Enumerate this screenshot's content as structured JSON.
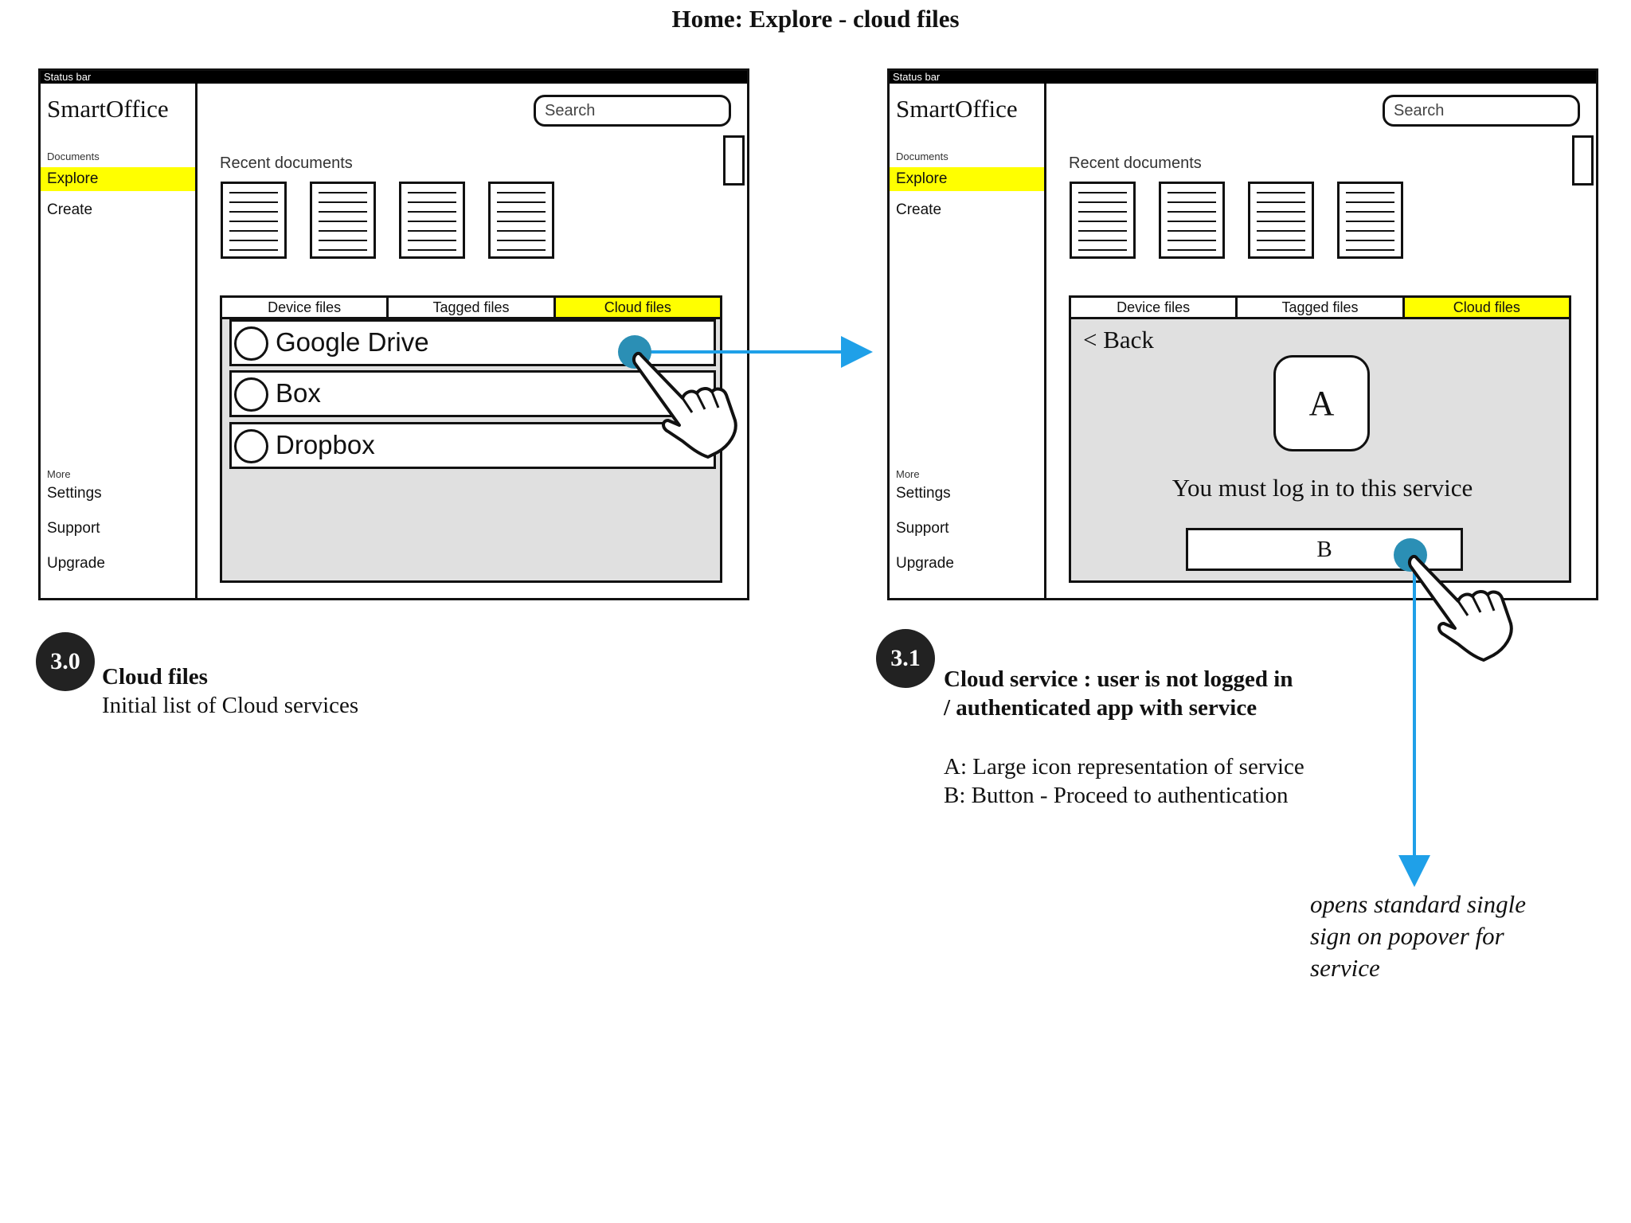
{
  "page_title": "Home: Explore - cloud files",
  "colors": {
    "highlight": "#ffff00",
    "arrow": "#1fa0e8",
    "touch": "#2b8fb5",
    "panel": "#e0e0e0"
  },
  "screens": [
    {
      "status_bar": "Status bar",
      "app_title": "SmartOffice",
      "sidebar": {
        "section_documents": "Documents",
        "items": [
          "Explore",
          "Create"
        ],
        "section_more": "More",
        "more_items": [
          "Settings",
          "Support",
          "Upgrade"
        ]
      },
      "search_placeholder": "Search",
      "recent_label": "Recent documents",
      "tabs": [
        "Device files",
        "Tagged files",
        "Cloud files"
      ],
      "services": [
        "Google Drive",
        "Box",
        "Dropbox"
      ]
    },
    {
      "status_bar": "Status bar",
      "app_title": "SmartOffice",
      "sidebar": {
        "section_documents": "Documents",
        "items": [
          "Explore",
          "Create"
        ],
        "section_more": "More",
        "more_items": [
          "Settings",
          "Support",
          "Upgrade"
        ]
      },
      "search_placeholder": "Search",
      "recent_label": "Recent documents",
      "tabs": [
        "Device files",
        "Tagged files",
        "Cloud files"
      ],
      "back_label": "< Back",
      "icon_label": "A",
      "login_message": "You must log in to this service",
      "button_label": "B"
    }
  ],
  "captions": [
    {
      "badge": "3.0",
      "title": "Cloud files",
      "text": "Initial list of Cloud services"
    },
    {
      "badge": "3.1",
      "title_line1": "Cloud service : user is not logged in",
      "title_line2": "/ authenticated app with service",
      "note_a": "A: Large icon representation of service",
      "note_b": "B: Button - Proceed to authentication"
    }
  ],
  "flow_note": {
    "line1": "opens standard single",
    "line2": "sign on popover for",
    "line3": "service"
  }
}
